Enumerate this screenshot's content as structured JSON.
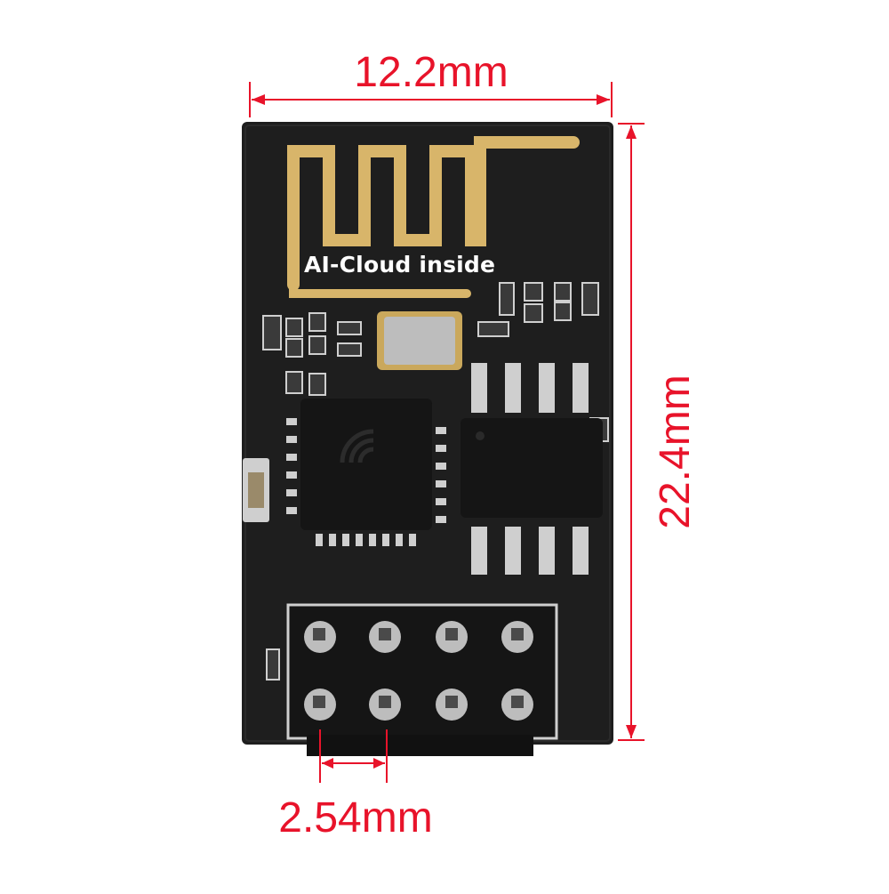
{
  "dimensions": {
    "width": "12.2mm",
    "height": "22.4mm",
    "pin_pitch": "2.54mm"
  },
  "module": {
    "silkscreen": "AI-Cloud inside"
  },
  "colors": {
    "dimension": "#e8132a",
    "pcb": "#1e1e1e",
    "antenna": "#d8b56a",
    "pad": "#c7c7c7",
    "header": "#111111",
    "silkscreen_text": "#ffffff",
    "background": "#ffffff"
  }
}
